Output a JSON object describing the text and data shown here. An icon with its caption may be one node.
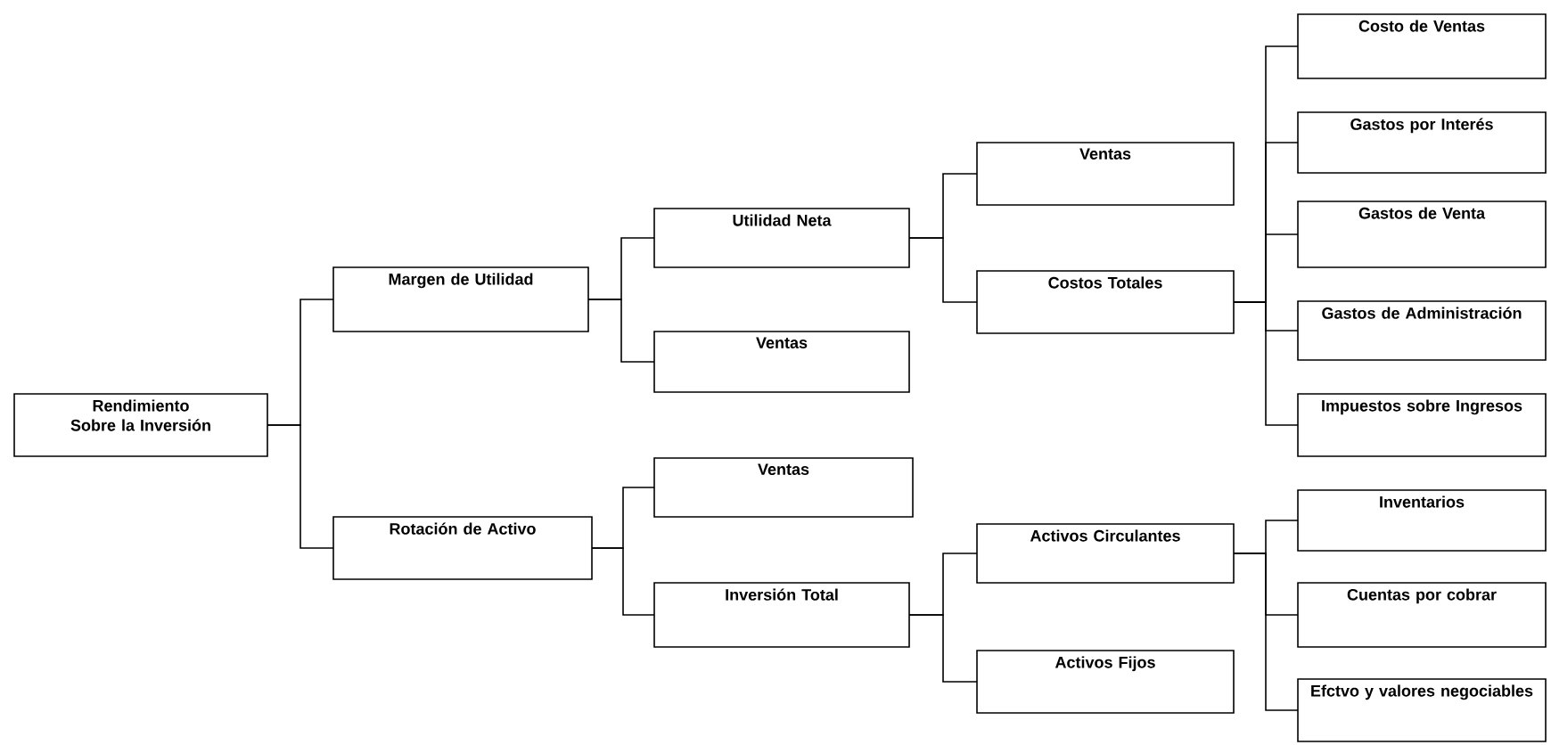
{
  "diagram": {
    "nodes": [
      {
        "text": [
          "Rendimiento Sobre la Inversión"
        ]
      },
      {
        "text": [
          "Margen de Utilidad"
        ]
      },
      {
        "text": [
          "Rotación de Activo"
        ]
      },
      {
        "text": [
          "Utilidad Neta"
        ]
      },
      {
        "text": [
          "Ventas"
        ]
      },
      {
        "text": [
          "Ventas"
        ]
      },
      {
        "text": [
          "Inversión Total"
        ]
      },
      {
        "text": [
          "Ventas"
        ]
      },
      {
        "text": [
          "Costos Totales"
        ]
      },
      {
        "text": [
          "Activos Circulantes"
        ]
      },
      {
        "text": [
          "Activos Fijos"
        ]
      },
      {
        "text": [
          "Costo de Ventas"
        ]
      },
      {
        "text": [
          "Gastos por Interés"
        ]
      },
      {
        "text": [
          "Gastos de Venta"
        ]
      },
      {
        "text": [
          "Gastos de Administración"
        ]
      },
      {
        "text": [
          "Impuestos sobre Ingresos"
        ]
      },
      {
        "text": [
          "Inventarios"
        ]
      },
      {
        "text": [
          "Cuentas por cobrar"
        ]
      },
      {
        "text": [
          "Efctvo y valores negociables"
        ]
      }
    ],
    "edges": [
      {
        "from": 0,
        "to": 1,
        "arrow": "none"
      },
      {
        "from": 0,
        "to": 2,
        "arrow": "none"
      },
      {
        "from": 1,
        "to": 3,
        "arrow": "none"
      },
      {
        "from": 1,
        "to": 4,
        "arrow": "none"
      },
      {
        "from": 2,
        "to": 5,
        "arrow": "none"
      },
      {
        "from": 2,
        "to": 6,
        "arrow": "none"
      },
      {
        "from": 3,
        "to": 7,
        "arrow": "none"
      },
      {
        "from": 3,
        "to": 8,
        "arrow": "none"
      },
      {
        "from": 6,
        "to": 9,
        "arrow": "none"
      },
      {
        "from": 6,
        "to": 10,
        "arrow": "none"
      },
      {
        "from": 8,
        "to": 11,
        "arrow": "none"
      },
      {
        "from": 8,
        "to": 12,
        "arrow": "none"
      },
      {
        "from": 8,
        "to": 13,
        "arrow": "none"
      },
      {
        "from": 8,
        "to": 14,
        "arrow": "none"
      },
      {
        "from": 8,
        "to": 15,
        "arrow": "none"
      },
      {
        "from": 9,
        "to": 16,
        "arrow": "none"
      },
      {
        "from": 9,
        "to": 17,
        "arrow": "none"
      },
      {
        "from": 9,
        "to": 18,
        "arrow": "none"
      }
    ]
  }
}
